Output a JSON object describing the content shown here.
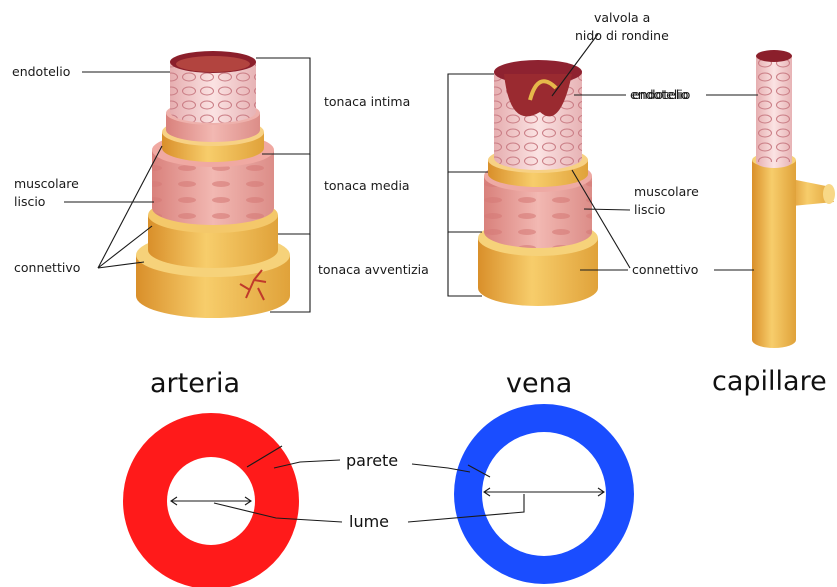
{
  "labels": {
    "endotelio_left": "endotelio",
    "muscolare_left_1": "muscolare",
    "muscolare_left_2": "liscio",
    "connettivo_left": "connettivo",
    "tonaca_intima": "tonaca intima",
    "tonaca_media": "tonaca media",
    "tonaca_avventizia": "tonaca avventizia",
    "valvola_1": "valvola a",
    "valvola_2": "nido di rondine",
    "endotelio_right": "endotelio",
    "muscolare_right_1": "muscolare",
    "muscolare_right_2": "liscio",
    "connettivo_right": "connettivo",
    "parete": "parete",
    "lume": "lume"
  },
  "titles": {
    "arteria": "arteria",
    "vena": "vena",
    "capillare": "capillare"
  },
  "colors": {
    "artery_ring": "#ff1a1a",
    "vein_ring": "#1a4dff",
    "connective": "#f2bd55",
    "muscle": "#e9a6a0",
    "endothelium": "#f3c9c9"
  }
}
